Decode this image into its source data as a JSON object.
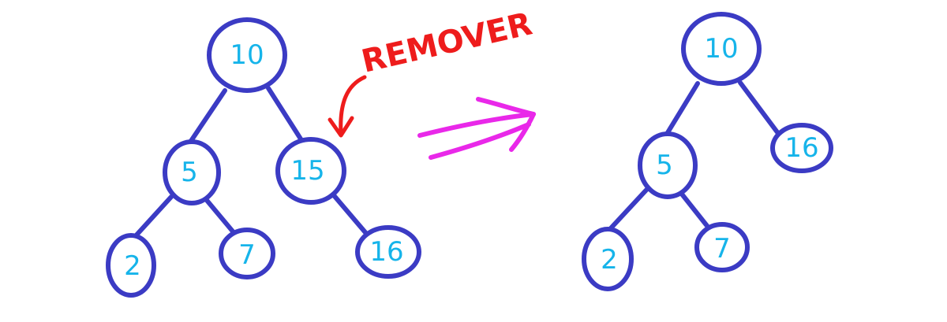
{
  "colors": {
    "node_stroke": "#3b3bc4",
    "node_label": "#16b4ea",
    "annotation": "#ee1c1c",
    "transform_arrow": "#e928e9",
    "background": "#ffffff"
  },
  "annotation": {
    "text": "REMOVER",
    "target_node": "15"
  },
  "trees": {
    "before": {
      "root": "10",
      "nodes": [
        "10",
        "5",
        "15",
        "2",
        "7",
        "16"
      ],
      "edges": [
        [
          "10",
          "5"
        ],
        [
          "10",
          "15"
        ],
        [
          "5",
          "2"
        ],
        [
          "5",
          "7"
        ],
        [
          "15",
          "16"
        ]
      ]
    },
    "after": {
      "root": "10",
      "nodes": [
        "10",
        "5",
        "16",
        "2",
        "7"
      ],
      "edges": [
        [
          "10",
          "5"
        ],
        [
          "10",
          "16"
        ],
        [
          "5",
          "2"
        ],
        [
          "5",
          "7"
        ]
      ]
    }
  }
}
